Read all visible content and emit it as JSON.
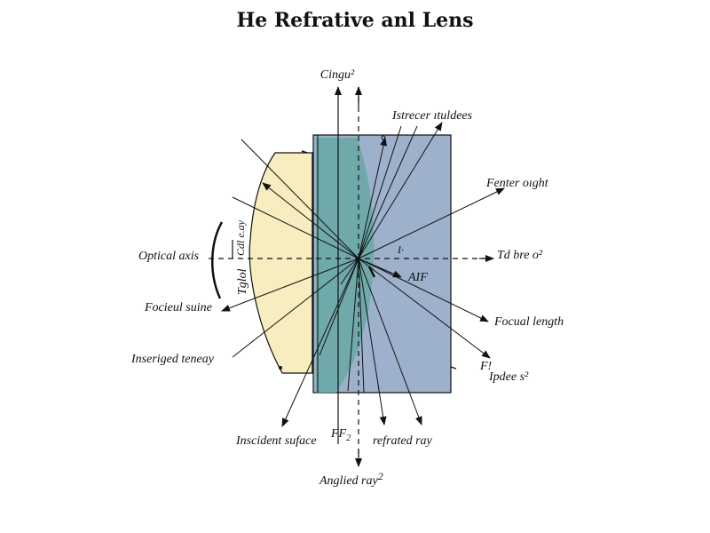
{
  "title": "He Refrative anl Lens",
  "colors": {
    "lens_fill": "#f7edbf",
    "block_fill": "#9eb1cc",
    "overlap_fill": "#6aa9a6",
    "ink": "#111111"
  },
  "labels": {
    "top_axis": "Cingu²",
    "incident_rays": "Istrecer ıtuldees",
    "fenter_oight": "Fenter oıght",
    "right_axis": "Td bre o²",
    "center_mark": "I·",
    "aif": "AIF",
    "focal_length": "Focual length",
    "f_mark": "F!",
    "ipdee": "Ipdee s²",
    "optical_axis": "Optical axis",
    "focal_surface": "Focieul suine",
    "inserted": "Inseriged teneay",
    "incident_surface": "Inscident suface",
    "ff2_main": "FF",
    "ff2_sub": "2",
    "refracted_ray": "refrated ray",
    "angled_ray": "Anglied ray",
    "angled_ray_sup": "2",
    "vertical_top": "Cdl e.ay",
    "vertical_bottom": "Tglol"
  }
}
